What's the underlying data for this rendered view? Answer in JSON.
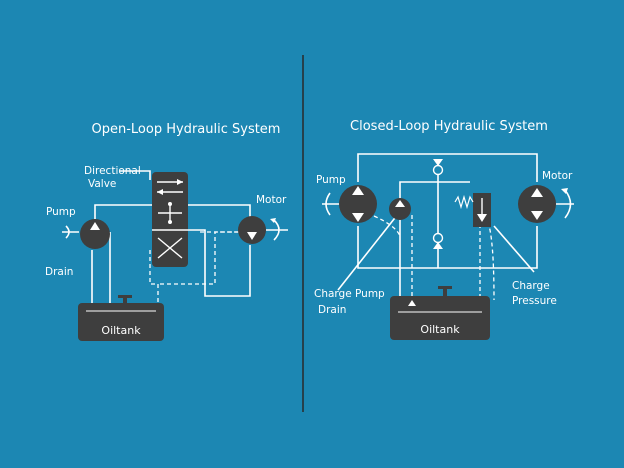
{
  "left": {
    "title": "Open-Loop Hydraulic System",
    "directional_valve": [
      "Directional",
      "Valve"
    ],
    "pump": "Pump",
    "motor": "Motor",
    "drain": "Drain",
    "tank": "Oiltank"
  },
  "right": {
    "title": "Closed-Loop Hydraulic System",
    "pump": "Pump",
    "motor": "Motor",
    "charge_pump_drain": [
      "Charge Pump",
      "Drain"
    ],
    "charge_pressure": [
      "Charge",
      "Pressure"
    ],
    "tank": "Oiltank"
  },
  "colors": {
    "background": "#1c87b3",
    "component": "#3e3e3e",
    "line": "#ffffff"
  }
}
